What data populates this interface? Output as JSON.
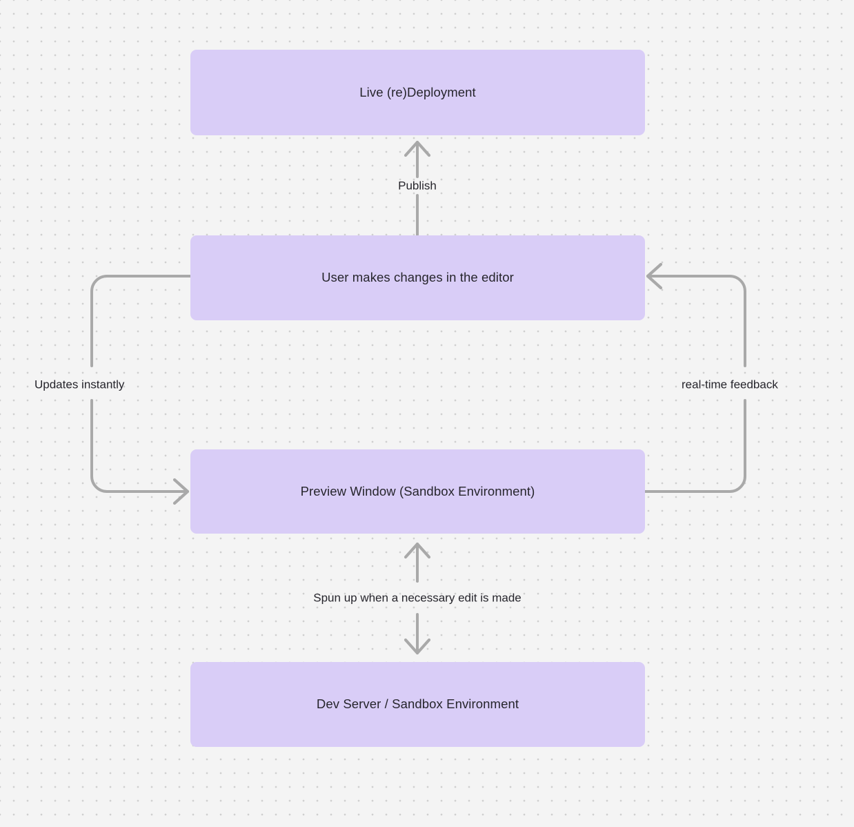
{
  "diagram": {
    "background_color": "#f4f4f4",
    "dot_color": "#cfcfcf",
    "node_fill": "#d9cdf7",
    "node_text_color": "#26252c",
    "edge_color": "#a9a9a9",
    "nodes": [
      {
        "id": "live-deployment",
        "label": "Live (re)Deployment"
      },
      {
        "id": "user-editor",
        "label": "User makes changes in the editor"
      },
      {
        "id": "preview-window",
        "label": "Preview Window (Sandbox Environment)"
      },
      {
        "id": "dev-server",
        "label": "Dev Server / Sandbox Environment"
      }
    ],
    "edges": [
      {
        "id": "publish",
        "label": "Publish",
        "from": "user-editor",
        "to": "live-deployment"
      },
      {
        "id": "updates-instantly",
        "label": "Updates instantly",
        "from": "user-editor",
        "to": "preview-window"
      },
      {
        "id": "real-time-feedback",
        "label": "real-time feedback",
        "from": "preview-window",
        "to": "user-editor"
      },
      {
        "id": "spun-up",
        "label": "Spun up when a necessary edit is made",
        "from": "dev-server",
        "to": "preview-window"
      }
    ]
  }
}
